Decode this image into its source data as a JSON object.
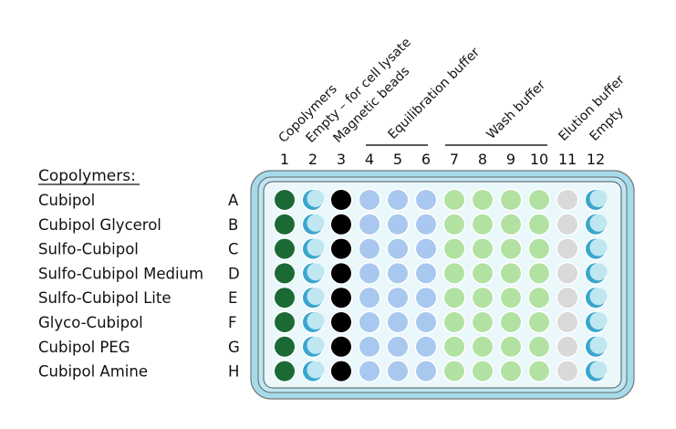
{
  "heading": "Copolymers:",
  "rows": [
    {
      "letter": "A",
      "name": "Cubipol"
    },
    {
      "letter": "B",
      "name": "Cubipol Glycerol"
    },
    {
      "letter": "C",
      "name": "Sulfo-Cubipol"
    },
    {
      "letter": "D",
      "name": "Sulfo-Cubipol Medium"
    },
    {
      "letter": "E",
      "name": "Sulfo-Cubipol Lite"
    },
    {
      "letter": "F",
      "name": "Glyco-Cubipol"
    },
    {
      "letter": "G",
      "name": "Cubipol PEG"
    },
    {
      "letter": "H",
      "name": "Cubipol Amine"
    }
  ],
  "columns": [
    "1",
    "2",
    "3",
    "4",
    "5",
    "6",
    "7",
    "8",
    "9",
    "10",
    "11",
    "12"
  ],
  "column_labels": {
    "copolymers": "Copolymers",
    "empty_lysate": "Empty – for cell lysate",
    "magnetic": "Magnetic beads",
    "equilibration": "Equilibration buffer",
    "wash": "Wash buffer",
    "elution": "Elution buffer",
    "empty": "Empty"
  },
  "well_types": [
    "copolymer",
    "empty",
    "beads",
    "equilibration",
    "equilibration",
    "equilibration",
    "wash",
    "wash",
    "wash",
    "wash",
    "elution",
    "empty"
  ],
  "colors": {
    "copolymer": "#1b6a36",
    "beads": "#000000",
    "equilibration": "#a9c8ef",
    "wash": "#b2e2a2",
    "elution": "#d9d9d9",
    "empty_light": "#bfe7f1",
    "empty_dark": "#3aa6cf",
    "plate_fill": "#eaf7fb",
    "plate_rim": "#a6dbea"
  }
}
